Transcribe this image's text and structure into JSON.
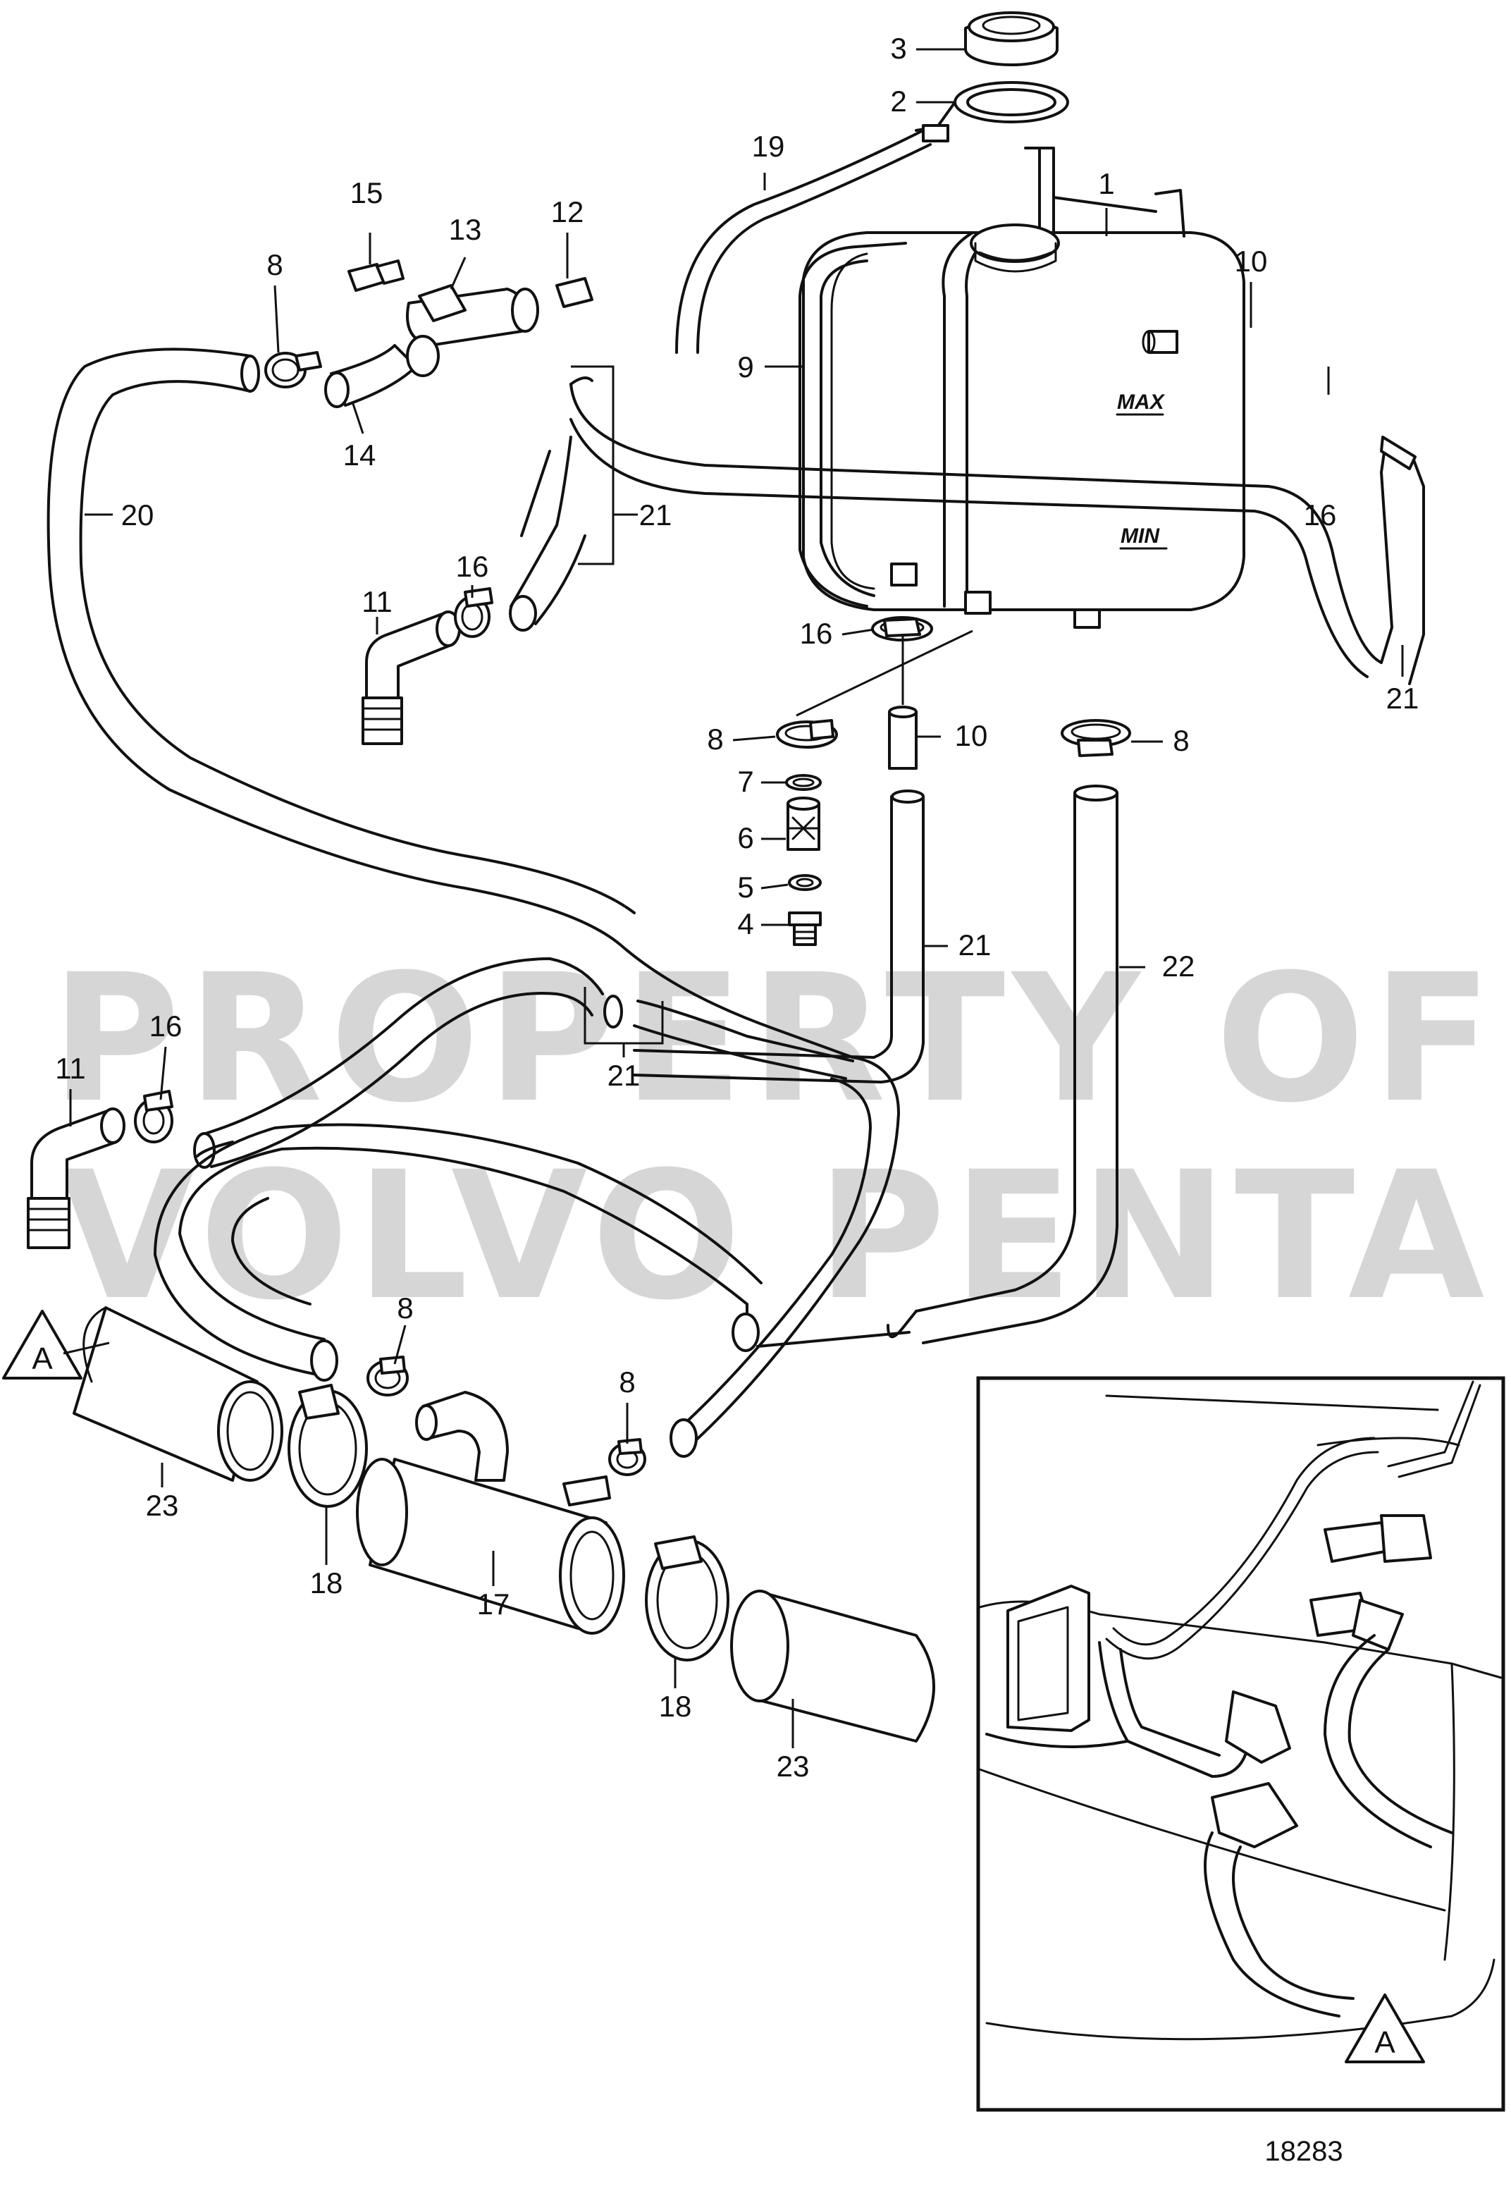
{
  "watermark": {
    "line1": "PROPERTY OF",
    "line2": "VOLVO PENTA"
  },
  "figure_number": "18283",
  "reference_mark": "A",
  "tank_markings": {
    "max": "MAX",
    "min": "MIN"
  },
  "callouts": [
    {
      "id": "c3",
      "label": "3"
    },
    {
      "id": "c2",
      "label": "2"
    },
    {
      "id": "c19",
      "label": "19"
    },
    {
      "id": "c1",
      "label": "1"
    },
    {
      "id": "c15",
      "label": "15"
    },
    {
      "id": "c13",
      "label": "13"
    },
    {
      "id": "c12",
      "label": "12"
    },
    {
      "id": "c8a",
      "label": "8"
    },
    {
      "id": "c10a",
      "label": "10"
    },
    {
      "id": "c9",
      "label": "9"
    },
    {
      "id": "c14",
      "label": "14"
    },
    {
      "id": "c20",
      "label": "20"
    },
    {
      "id": "c21a",
      "label": "21"
    },
    {
      "id": "c16a",
      "label": "16"
    },
    {
      "id": "c16b",
      "label": "16"
    },
    {
      "id": "c11a",
      "label": "11"
    },
    {
      "id": "c16c",
      "label": "16"
    },
    {
      "id": "c21b",
      "label": "21"
    },
    {
      "id": "c8b",
      "label": "8"
    },
    {
      "id": "c10b",
      "label": "10"
    },
    {
      "id": "c8c",
      "label": "8"
    },
    {
      "id": "c7",
      "label": "7"
    },
    {
      "id": "c6",
      "label": "6"
    },
    {
      "id": "c5",
      "label": "5"
    },
    {
      "id": "c4",
      "label": "4"
    },
    {
      "id": "c21c",
      "label": "21"
    },
    {
      "id": "c22",
      "label": "22"
    },
    {
      "id": "c16d",
      "label": "16"
    },
    {
      "id": "c11b",
      "label": "11"
    },
    {
      "id": "c21d",
      "label": "21"
    },
    {
      "id": "c8d",
      "label": "8"
    },
    {
      "id": "c8e",
      "label": "8"
    },
    {
      "id": "c23a",
      "label": "23"
    },
    {
      "id": "c18a",
      "label": "18"
    },
    {
      "id": "c17",
      "label": "17"
    },
    {
      "id": "c18b",
      "label": "18"
    },
    {
      "id": "c23b",
      "label": "23"
    }
  ]
}
